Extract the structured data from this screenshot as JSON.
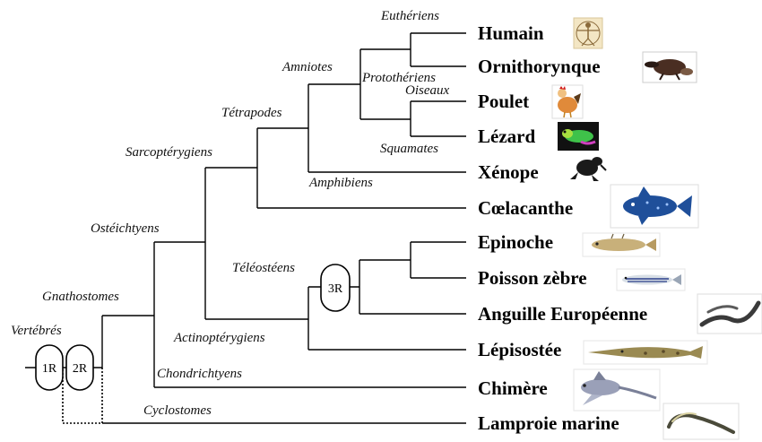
{
  "species": [
    {
      "key": "humain",
      "label": "Humain",
      "icon": "vitruvian-man-icon"
    },
    {
      "key": "ornithorynque",
      "label": "Ornithorynque",
      "icon": "platypus-icon"
    },
    {
      "key": "poulet",
      "label": "Poulet",
      "icon": "chicken-icon"
    },
    {
      "key": "lezard",
      "label": "Lézard",
      "icon": "lizard-icon"
    },
    {
      "key": "xenope",
      "label": "Xénope",
      "icon": "frog-icon"
    },
    {
      "key": "coelacanthe",
      "label": "Cœlacanthe",
      "icon": "coelacanth-icon"
    },
    {
      "key": "epinoche",
      "label": "Epinoche",
      "icon": "stickleback-icon"
    },
    {
      "key": "poisson_zebre",
      "label": "Poisson zèbre",
      "icon": "zebrafish-icon"
    },
    {
      "key": "anguille",
      "label": "Anguille Européenne",
      "icon": "eel-icon"
    },
    {
      "key": "lepisostee",
      "label": "Lépisostée",
      "icon": "gar-icon"
    },
    {
      "key": "chimere",
      "label": "Chimère",
      "icon": "chimaera-icon"
    },
    {
      "key": "lamproie",
      "label": "Lamproie marine",
      "icon": "lamprey-icon"
    }
  ],
  "clades": {
    "eutheriens": "Euthériens",
    "prototheriens": "Protothériens",
    "oiseaux": "Oiseaux",
    "squamates": "Squamates",
    "amniotes": "Amniotes",
    "tetrapodes": "Tétrapodes",
    "amphibiens": "Amphibiens",
    "sarcopterygiens": "Sarcoptérygiens",
    "osteichtyens": "Ostéichtyens",
    "teleosteens": "Téléostéens",
    "actinopterygiens": "Actinoptérygiens",
    "gnathostomes": "Gnathostomes",
    "chondrichtyens": "Chondrichtyens",
    "vertebres": "Vertébrés",
    "cyclostomes": "Cyclostomes"
  },
  "events": {
    "wgd1": "1R",
    "wgd2": "2R",
    "wgd3": "3R"
  }
}
